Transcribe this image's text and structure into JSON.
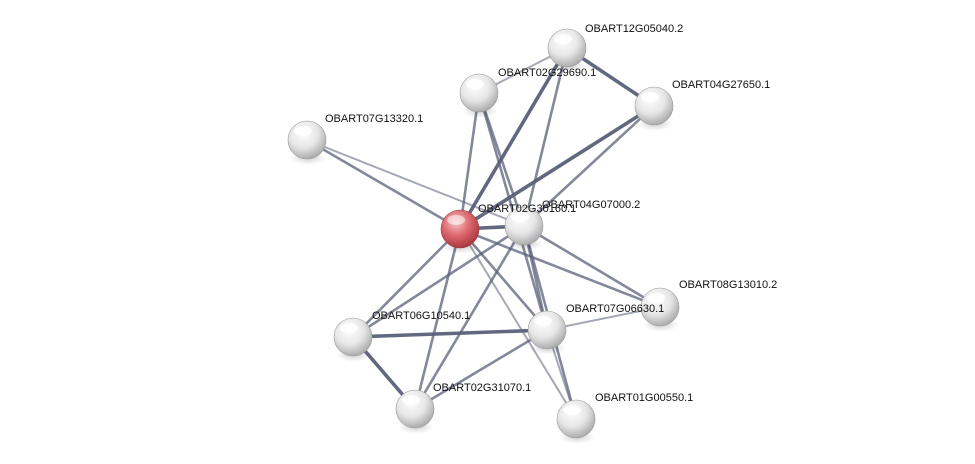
{
  "network": {
    "query_color": "#d9535a",
    "node_color": "#e4e4e4",
    "edge_color": "#5a6078",
    "nodes": [
      {
        "id": "OBART02G30160.1",
        "label": "OBART02G30160.1",
        "query": true
      },
      {
        "id": "OBART04G07000.2",
        "label": "OBART04G07000.2"
      },
      {
        "id": "OBART12G05040.2",
        "label": "OBART12G05040.2"
      },
      {
        "id": "OBART02G29690.1",
        "label": "OBART02G29690.1"
      },
      {
        "id": "OBART04G27650.1",
        "label": "OBART04G27650.1"
      },
      {
        "id": "OBART07G13320.1",
        "label": "OBART07G13320.1"
      },
      {
        "id": "OBART08G13010.2",
        "label": "OBART08G13010.2"
      },
      {
        "id": "OBART06G10540.1",
        "label": "OBART06G10540.1"
      },
      {
        "id": "OBART07G06630.1",
        "label": "OBART07G06630.1"
      },
      {
        "id": "OBART02G31070.1",
        "label": "OBART02G31070.1"
      },
      {
        "id": "OBART01G00550.1",
        "label": "OBART01G00550.1"
      }
    ],
    "edges": [
      {
        "source": "OBART02G30160.1",
        "target": "OBART12G05040.2",
        "strength": 3
      },
      {
        "source": "OBART02G30160.1",
        "target": "OBART04G27650.1",
        "strength": 3
      },
      {
        "source": "OBART02G30160.1",
        "target": "OBART02G29690.1",
        "strength": 2
      },
      {
        "source": "OBART02G30160.1",
        "target": "OBART07G13320.1",
        "strength": 2
      },
      {
        "source": "OBART02G30160.1",
        "target": "OBART04G07000.2",
        "strength": 3
      },
      {
        "source": "OBART02G30160.1",
        "target": "OBART08G13010.2",
        "strength": 2
      },
      {
        "source": "OBART02G30160.1",
        "target": "OBART06G10540.1",
        "strength": 2
      },
      {
        "source": "OBART02G30160.1",
        "target": "OBART07G06630.1",
        "strength": 2
      },
      {
        "source": "OBART02G30160.1",
        "target": "OBART02G31070.1",
        "strength": 2
      },
      {
        "source": "OBART02G30160.1",
        "target": "OBART01G00550.1",
        "strength": 1
      },
      {
        "source": "OBART04G07000.2",
        "target": "OBART12G05040.2",
        "strength": 2
      },
      {
        "source": "OBART04G07000.2",
        "target": "OBART04G27650.1",
        "strength": 2
      },
      {
        "source": "OBART04G07000.2",
        "target": "OBART02G29690.1",
        "strength": 2
      },
      {
        "source": "OBART04G07000.2",
        "target": "OBART07G13320.1",
        "strength": 1
      },
      {
        "source": "OBART04G07000.2",
        "target": "OBART08G13010.2",
        "strength": 2
      },
      {
        "source": "OBART04G07000.2",
        "target": "OBART06G10540.1",
        "strength": 2
      },
      {
        "source": "OBART04G07000.2",
        "target": "OBART07G06630.1",
        "strength": 2
      },
      {
        "source": "OBART04G07000.2",
        "target": "OBART02G31070.1",
        "strength": 2
      },
      {
        "source": "OBART04G07000.2",
        "target": "OBART01G00550.1",
        "strength": 2
      },
      {
        "source": "OBART12G05040.2",
        "target": "OBART02G29690.1",
        "strength": 1
      },
      {
        "source": "OBART12G05040.2",
        "target": "OBART04G27650.1",
        "strength": 3
      },
      {
        "source": "OBART02G29690.1",
        "target": "OBART07G06630.1",
        "strength": 2
      },
      {
        "source": "OBART06G10540.1",
        "target": "OBART07G06630.1",
        "strength": 3
      },
      {
        "source": "OBART06G10540.1",
        "target": "OBART02G31070.1",
        "strength": 3
      },
      {
        "source": "OBART02G31070.1",
        "target": "OBART07G06630.1",
        "strength": 2
      },
      {
        "source": "OBART07G06630.1",
        "target": "OBART08G13010.2",
        "strength": 1
      },
      {
        "source": "OBART07G06630.1",
        "target": "OBART01G00550.1",
        "strength": 1
      }
    ]
  }
}
